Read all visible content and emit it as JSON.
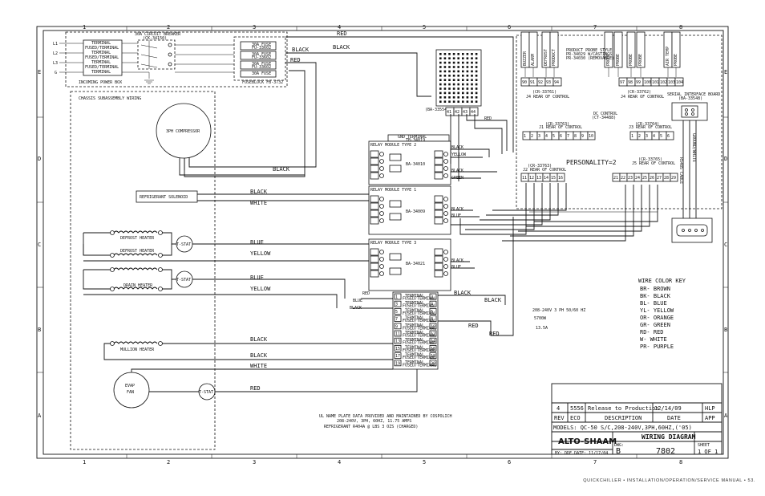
{
  "border": {
    "columns": [
      "1",
      "2",
      "3",
      "4",
      "5",
      "6",
      "7",
      "8"
    ],
    "rows": [
      "E",
      "D",
      "C",
      "B",
      "A"
    ]
  },
  "power": {
    "lines": [
      "L1",
      "L2",
      "L3",
      "G"
    ],
    "breaker": "30A CIRCUIT BREAKER",
    "breaker_part": "(CK-34150)",
    "terminal": "TERMINAL",
    "terminal_part": "FUSED/TERMINAL",
    "incoming_label": "INCOMING POWER BOX",
    "fuse_labels": [
      "30A FUSE",
      "30A FUSE",
      "30A FUSE",
      "30A FUSE"
    ],
    "fuse_parts": [
      "FU-33602",
      "FU-33602",
      "FU-33602",
      "FU-33602"
    ],
    "fuse_box_label": "FUSEBLOCK FB-3732"
  },
  "chassis": {
    "title": "CHASSIS SUBASSEMBLY WIRING",
    "compressor": "3PH COMPRESSOR",
    "solenoid": "REFRIGERANT SOLENOID",
    "defrost1": "DEFROST HEATER",
    "defrost2": "DEFROST HEATER",
    "drain": "DRAIN HEATER",
    "mullion": "MULLION HEATER",
    "evap_line1": "EVAP",
    "evap_line2": "FAN",
    "tstat": "T-STAT"
  },
  "wires": {
    "red": "RED",
    "black": "BLACK",
    "white": "WHITE",
    "blue": "BLUE",
    "yellow": "YELLOW",
    "green": "GREEN"
  },
  "relays": {
    "type2": "RELAY MODULE TYPE 2",
    "type1": "RELAY MODULE TYPE 1",
    "type3": "RELAY MODULE TYPE 3",
    "type2_part": "BA-34010",
    "type1_part": "BA-34009",
    "type3_part": "BA-34021",
    "tb_title": "GND TERMINAL",
    "tb_part": "TB-34019"
  },
  "terminal_block": {
    "label": "TERMINAL",
    "part": "FUSED/TERMINAL",
    "pins": [
      "1",
      "2",
      "3",
      "4",
      "5",
      "6",
      "7",
      "8",
      "9",
      "10",
      "11",
      "12",
      "13",
      "14",
      "15",
      "16",
      "17",
      "18",
      "19",
      "20"
    ]
  },
  "control": {
    "display_part": "(BA-33554)",
    "display_pins": [
      "41",
      "42",
      "43",
      "44"
    ],
    "probe_port_title": "PRODUCT PROBE STYLE",
    "probe_port_part": "PR-34029 W/CASTINGS",
    "probe_port_part2": "PR-34030 (REMOVABLE)",
    "top_labels": [
      "BUZZER",
      "ALARM",
      "DEFROST",
      "PRODUCT",
      "PROBE",
      "PROBE",
      "PROBE",
      "PROBE",
      "AIR TEMP",
      "PROBE"
    ],
    "top_pins": [
      "90",
      "91",
      "92",
      "93",
      "94"
    ],
    "top_conn": "(CR-33761)",
    "top_conn_sub": "J4 REAR OF CONTROL",
    "right_pins": [
      "97",
      "98",
      "99",
      "100",
      "101",
      "102",
      "103",
      "104"
    ],
    "right_conn": "(CR-33762)",
    "right_conn_sub": "J4 REAR OF CONTROL",
    "dc_title": "DC CONTROL",
    "dc_part": "(CT-34488)",
    "j1_conn": "(CR-33763)",
    "j1_sub": "J1 REAR OF CONTROL",
    "j1_pins": [
      "1",
      "2",
      "3",
      "4",
      "5",
      "6",
      "7",
      "8",
      "9",
      "10"
    ],
    "j2_conn": "(CR-33763)",
    "j2_sub": "J2 REAR OF CONTROL",
    "j2_pins": [
      "11",
      "12",
      "13",
      "14",
      "15",
      "16"
    ],
    "j3_conn": "(CR-33764)",
    "j3_sub": "J3 REAR OF CONTROL",
    "j3_pins": [
      "1",
      "2",
      "3",
      "4",
      "5",
      "6"
    ],
    "j5_conn": "(CR-33765)",
    "j5_sub": "J5 REAR OF CONTROL",
    "j5_pins": [
      "21",
      "22",
      "23",
      "24",
      "25",
      "26",
      "27",
      "28",
      "29"
    ],
    "personality": "PERSONALITY=2",
    "serial_title": "SERIAL INTERFACE BOARD",
    "serial_part": "(BA-33548)",
    "serial_cable": "RS485 CABLE",
    "ground_note": "GROUND/WHITE"
  },
  "specs": {
    "voltage": "208-240V 3 PH 50/60 HZ",
    "watts": "5700W",
    "amps": "13.5A"
  },
  "color_key": {
    "title": "WIRE COLOR KEY",
    "entries": [
      "BR- BROWN",
      "BK- BLACK",
      "BL- BLUE",
      "YL- YELLOW",
      "OR- ORANGE",
      "GR- GREEN",
      "RD- RED",
      "W- WHITE",
      "PR- PURPLE"
    ]
  },
  "nameplate": {
    "line1": "UL NAME PLATE DATA PROVIDED AND MAINTAINED BY COSPOLICH",
    "line2": "208-240V, 3PH, 60HZ, 11.75 AMPS",
    "line3": "REFRIGERANT R404A @ LBS 3 OZS (CHARGED)"
  },
  "title_block": {
    "rev": "4",
    "eco": "5556",
    "description": "Release to Production",
    "date": "12/14/09",
    "app": "HLP",
    "col_rev": "REV",
    "col_eco": "ECO",
    "col_description": "DESCRIPTION",
    "col_date": "DATE",
    "col_app": "APP",
    "models": "MODELS: QC-50 S/C,208-240V,3PH,60HZ,('05)",
    "company": "ALTO-SHAAM",
    "drawing_title": "WIRING DIAGRAM",
    "dwg_label": "DWG:",
    "size": "B",
    "dwg_number": "7802",
    "sheet_label": "SHEET",
    "sheet": "1 OF 1",
    "by": "BY: DDF DATE: 11/17/04"
  },
  "footer": "QUICKCHILLER • INSTALLATION/OPERATION/SERVICE MANUAL • 53."
}
